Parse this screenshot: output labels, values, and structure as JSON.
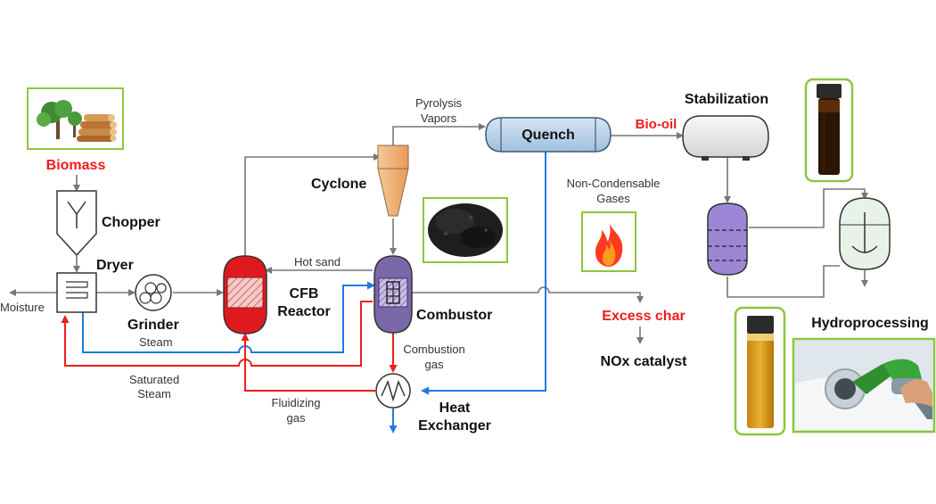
{
  "labels": {
    "biomass": "Biomass",
    "chopper": "Chopper",
    "dryer": "Dryer",
    "moisture": "Moisture",
    "grinder": "Grinder",
    "steam": "Steam",
    "saturated_steam_1": "Saturated",
    "saturated_steam_2": "Steam",
    "fluidizing_gas_1": "Fluidizing",
    "fluidizing_gas_2": "gas",
    "cfb_reactor_1": "CFB",
    "cfb_reactor_2": "Reactor",
    "hot_sand": "Hot sand",
    "cyclone": "Cyclone",
    "combustor": "Combustor",
    "combustion_gas_1": "Combustion",
    "combustion_gas_2": "gas",
    "heat_exchanger_1": "Heat",
    "heat_exchanger_2": "Exchanger",
    "pyrolysis_vapors_1": "Pyrolysis",
    "pyrolysis_vapors_2": "Vapors",
    "quench": "Quench",
    "non_condensable_1": "Non-Condensable",
    "non_condensable_2": "Gases",
    "excess_char": "Excess char",
    "nox_catalyst": "NOx catalyst",
    "bio_oil": "Bio-oil",
    "stabilization": "Stabilization",
    "hydroprocessing": "Hydroprocessing"
  },
  "colors": {
    "red_line": "#ee1c1c",
    "blue_line": "#1f7ae0",
    "gray_line": "#777777",
    "green_frame": "#8cc63f",
    "label_red": "#ee1c1c",
    "quench_fill": "#b9d2ea",
    "combustor_fill": "#7b68a8",
    "reactor_fill": "#e0191e",
    "cyclone_fill": "#f2b27a"
  },
  "icons": [
    "tree-icon",
    "logs-icon",
    "flame-icon",
    "char-pile-icon",
    "vial-icon",
    "fuel-nozzle-icon"
  ]
}
